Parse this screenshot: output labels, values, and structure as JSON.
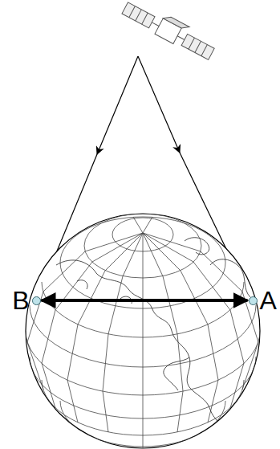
{
  "diagram": {
    "nodes": [
      {
        "text": [
          "B"
        ]
      },
      {
        "text": [
          "A"
        ]
      }
    ],
    "edges": [
      {
        "from": 0,
        "to": 1,
        "arrow": "both"
      }
    ]
  }
}
